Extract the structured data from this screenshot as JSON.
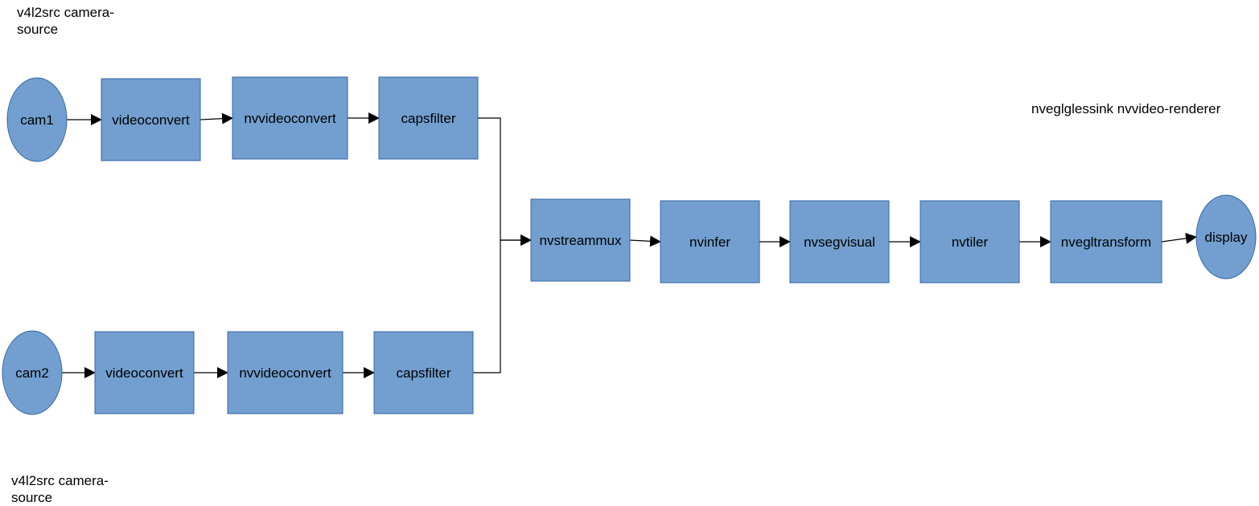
{
  "notes": {
    "top_left": "v4l2src camera-\nsource",
    "bottom_left": "v4l2src camera-\nsource",
    "right": "nveglglessink nvvideo-renderer"
  },
  "nodes": {
    "cam1": "cam1",
    "cam2": "cam2",
    "videoconvert_1": "videoconvert",
    "nvvideoconvert_1": "nvvideoconvert",
    "capsfilter_1": "capsfilter",
    "videoconvert_2": "videoconvert",
    "nvvideoconvert_2": "nvvideoconvert",
    "capsfilter_2": "capsfilter",
    "nvstreammux": "nvstreammux",
    "nvinfer": "nvinfer",
    "nvsegvisual": "nvsegvisual",
    "nvtiler": "nvtiler",
    "nvegltransform": "nvegltransform",
    "display": "display"
  },
  "edges": [
    [
      "cam1",
      "videoconvert_1"
    ],
    [
      "videoconvert_1",
      "nvvideoconvert_1"
    ],
    [
      "nvvideoconvert_1",
      "capsfilter_1"
    ],
    [
      "capsfilter_1",
      "nvstreammux"
    ],
    [
      "cam2",
      "videoconvert_2"
    ],
    [
      "videoconvert_2",
      "nvvideoconvert_2"
    ],
    [
      "nvvideoconvert_2",
      "capsfilter_2"
    ],
    [
      "capsfilter_2",
      "nvstreammux"
    ],
    [
      "nvstreammux",
      "nvinfer"
    ],
    [
      "nvinfer",
      "nvsegvisual"
    ],
    [
      "nvsegvisual",
      "nvtiler"
    ],
    [
      "nvtiler",
      "nvegltransform"
    ],
    [
      "nvegltransform",
      "display"
    ]
  ],
  "colors": {
    "node_fill": "#729fcf",
    "node_stroke": "#3465a4",
    "edge": "#000000"
  }
}
